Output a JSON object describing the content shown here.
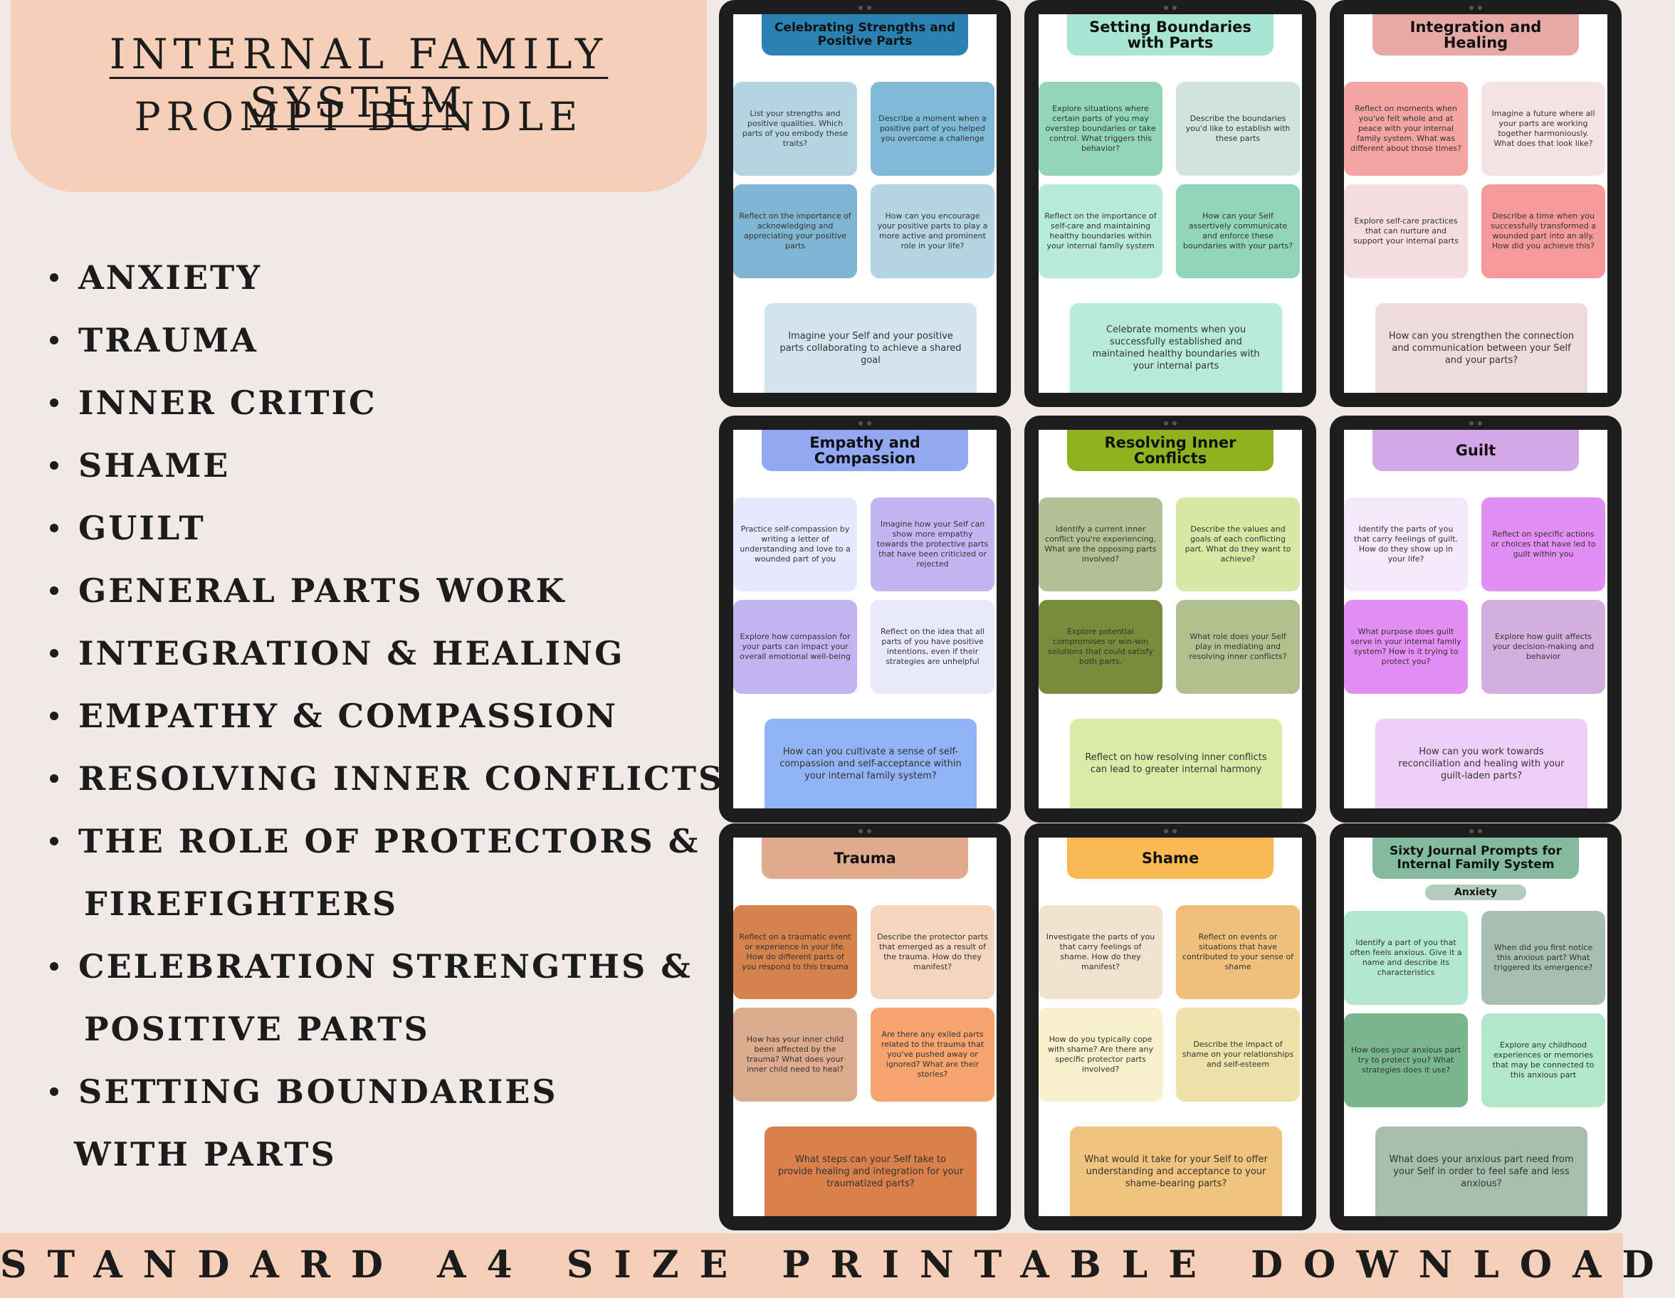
{
  "header": {
    "title": "INTERNAL FAMILY SYSTEM",
    "subtitle": "PROMPT BUNDLE"
  },
  "topics": [
    {
      "line1": "ANXIETY"
    },
    {
      "line1": "TRAUMA"
    },
    {
      "line1": "INNER CRITIC"
    },
    {
      "line1": "SHAME"
    },
    {
      "line1": "GUILT"
    },
    {
      "line1": "GENERAL PARTS WORK"
    },
    {
      "line1": "INTEGRATION & HEALING"
    },
    {
      "line1": "EMPATHY & COMPASSION"
    },
    {
      "line1": "RESOLVING INNER CONFLICTS"
    },
    {
      "line1": "THE ROLE OF PROTECTORS &",
      "line2": "FIREFIGHTERS"
    },
    {
      "line1": "CELEBRATION STRENGTHS &",
      "line2": "POSITIVE PARTS"
    },
    {
      "line1": "SETTING BOUNDARIES",
      "line2": "WITH PARTS"
    }
  ],
  "footer": {
    "text": "STANDARD A4 SIZE PRINTABLE DOWNLOAD"
  },
  "tablets": [
    {
      "title": "Celebrating Strengths and Positive Parts",
      "title_color": "#2a82b3",
      "prompts": [
        {
          "text": "List your strengths and positive qualities. Which parts of you embody these traits?",
          "color": "#b6d5e3"
        },
        {
          "text": "Describe a moment when a positive part of you helped you overcome a challenge",
          "color": "#7fbad6"
        },
        {
          "text": "Reflect on the importance of acknowledging and appreciating your positive parts",
          "color": "#7fb5d3"
        },
        {
          "text": "How can you encourage your positive parts to play a more active and prominent role in your life?",
          "color": "#b6d5e3"
        }
      ],
      "bottom": {
        "text": "Imagine your Self and your positive parts collaborating to achieve a shared goal",
        "color": "#d3e4ee"
      }
    },
    {
      "title": "Setting Boundaries with Parts",
      "title_color": "#a8e6d3",
      "prompts": [
        {
          "text": "Explore situations where certain parts of you may overstep boundaries or take control. What triggers this behavior?",
          "color": "#92d6b7"
        },
        {
          "text": "Describe the boundaries you'd like to establish with these parts",
          "color": "#d2e2dc"
        },
        {
          "text": "Reflect on the importance of self-care and maintaining healthy boundaries within your internal family system",
          "color": "#b8ebda"
        },
        {
          "text": "How can your Self assertively communicate and enforce these boundaries with your parts?",
          "color": "#92d6b7"
        }
      ],
      "bottom": {
        "text": "Celebrate moments when you successfully established and maintained healthy boundaries with your internal parts",
        "color": "#b8ebda"
      }
    },
    {
      "title": "Integration and Healing",
      "title_color": "#e6a9a4",
      "prompts": [
        {
          "text": "Reflect on moments when you've felt whole and at peace with your internal family system. What was different about those times?",
          "color": "#f5a4a4"
        },
        {
          "text": "Imagine a future where all your parts are working together harmoniously. What does that look like?",
          "color": "#f5e3e2"
        },
        {
          "text": "Explore self-care practices that can nurture and support your internal parts",
          "color": "#f3dddd"
        },
        {
          "text": "Describe a time when you successfully transformed a wounded part into an ally. How did you achieve this?",
          "color": "#f59a9a"
        }
      ],
      "bottom": {
        "text": "How can you strengthen the connection and communication between your Self and your parts?",
        "color": "#eedcdc"
      }
    },
    {
      "title": "Empathy and Compassion",
      "title_color": "#92a8f2",
      "prompts": [
        {
          "text": "Practice self-compassion by writing a letter of understanding and love to a wounded part of you",
          "color": "#e5e9fb"
        },
        {
          "text": "Imagine how your Self can show more empathy towards the protective parts that have been criticized or rejected",
          "color": "#c3b5f2"
        },
        {
          "text": "Explore how compassion for your parts can impact your overall emotional well-being",
          "color": "#c3b5f2"
        },
        {
          "text": "Reflect on the idea that all parts of you have positive intentions, even if their strategies are unhelpful",
          "color": "#e9e9fb"
        }
      ],
      "bottom": {
        "text": "How can you cultivate a sense of self-compassion and self-acceptance within your internal family system?",
        "color": "#92b3f5"
      }
    },
    {
      "title": "Resolving Inner Conflicts",
      "title_color": "#8fb31f",
      "prompts": [
        {
          "text": "Identify a current inner conflict you're experiencing. What are the opposing parts involved?",
          "color": "#b3c294"
        },
        {
          "text": "Describe the values and goals of each conflicting part. What do they want to achieve?",
          "color": "#d6e9a4"
        },
        {
          "text": "Explore potential compromises or win-win solutions that could satisfy both parts.",
          "color": "#778c3a"
        },
        {
          "text": "What role does your Self play in mediating and resolving inner conflicts?",
          "color": "#b2c08f"
        }
      ],
      "bottom": {
        "text": "Reflect on how resolving inner conflicts can lead to greater internal harmony",
        "color": "#d9eca7"
      }
    },
    {
      "title": "Guilt",
      "title_color": "#d2a8e6",
      "prompts": [
        {
          "text": "Identify the parts of you that carry feelings of guilt. How do they show up in your life?",
          "color": "#f4e9fb"
        },
        {
          "text": "Reflect on specific actions or choices that have led to guilt within you",
          "color": "#e38ef3"
        },
        {
          "text": "What purpose does guilt serve in your internal family system? How is it trying to protect you?",
          "color": "#e38ef3"
        },
        {
          "text": "Explore how guilt affects your decision-making and behavior",
          "color": "#d4b0df"
        }
      ],
      "bottom": {
        "text": "How can you work towards reconciliation and healing with your guilt-laden parts?",
        "color": "#efcff8"
      }
    },
    {
      "title": "Trauma",
      "title_color": "#e0ab8c",
      "prompts": [
        {
          "text": "Reflect on a traumatic event or experience in your life. How do different parts of you respond to this trauma",
          "color": "#d4834c"
        },
        {
          "text": "Describe the protector parts that emerged as a result of the trauma. How do they manifest?",
          "color": "#f5d5be"
        },
        {
          "text": "How has your inner child been affected by the trauma? What does your inner child need to heal?",
          "color": "#ddab8d"
        },
        {
          "text": "Are there any exiled parts related to the trauma that you've pushed away or ignored? What are their stories?",
          "color": "#f7a46e"
        }
      ],
      "bottom": {
        "text": "What steps can your Self take to provide healing and integration for your traumatized parts?",
        "color": "#d9804b"
      }
    },
    {
      "title": "Shame",
      "title_color": "#fbb954",
      "prompts": [
        {
          "text": "Investigate the parts of you that carry feelings of shame. How do they manifest?",
          "color": "#f1e2cf"
        },
        {
          "text": "Reflect on events or situations that have contributed to your sense of shame",
          "color": "#efc07c"
        },
        {
          "text": "How do you typically cope with shame? Are there any specific protector parts involved?",
          "color": "#f8efcc"
        },
        {
          "text": "Describe the impact of shame on your relationships and self-esteem",
          "color": "#ede2a9"
        }
      ],
      "bottom": {
        "text": "What would it take for your Self to offer understanding and acceptance to your shame-bearing parts?",
        "color": "#f0c47e"
      }
    },
    {
      "title": "Sixty Journal Prompts for Internal Family System",
      "title_color": "#84bb9f",
      "subtitle": "Anxiety",
      "subtitle_color": "#b4ccbd",
      "prompts": [
        {
          "text": "Identify a part of you that often feels anxious. Give it a name and describe its characteristics",
          "color": "#b1e7d1"
        },
        {
          "text": "When did you first notice this anxious part? What triggered its emergence?",
          "color": "#a7bfae"
        },
        {
          "text": "How does your anxious part try to protect you? What strategies does it use?",
          "color": "#79b68d"
        },
        {
          "text": "Explore any childhood experiences or memories that may be connected to this anxious part",
          "color": "#b1e8ca"
        }
      ],
      "bottom": {
        "text": "What does your anxious part need from your Self in order to feel safe and less anxious?",
        "color": "#a6bfac"
      }
    }
  ]
}
